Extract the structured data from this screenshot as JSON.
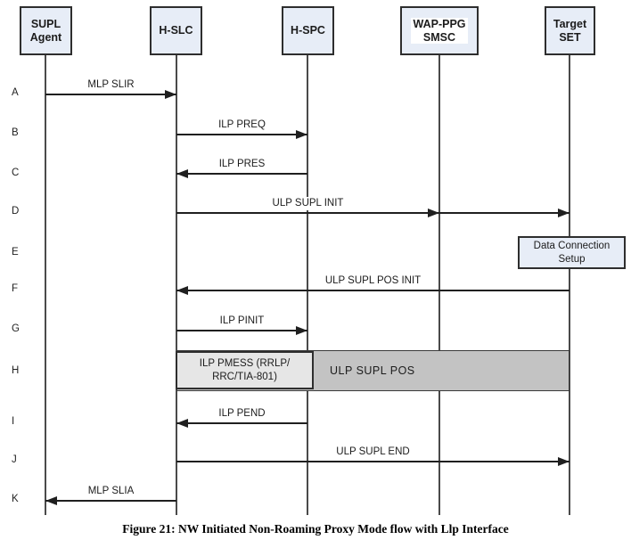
{
  "diagram": {
    "caption": "Figure 21: NW Initiated Non-Roaming Proxy Mode flow with Llp Interface",
    "actors": [
      {
        "label": "SUPL\nAgent"
      },
      {
        "label": "H-SLC"
      },
      {
        "label": "H-SPC"
      },
      {
        "label": "WAP-PPG\nSMSC"
      },
      {
        "label": "Target\nSET"
      }
    ],
    "steps": [
      {
        "id": "A",
        "label": "MLP SLIR"
      },
      {
        "id": "B",
        "label": "ILP PREQ"
      },
      {
        "id": "C",
        "label": "ILP PRES"
      },
      {
        "id": "D",
        "label": "ULP SUPL INIT"
      },
      {
        "id": "E",
        "label": "Data Connection\nSetup"
      },
      {
        "id": "F",
        "label": "ULP SUPL POS INIT"
      },
      {
        "id": "G",
        "label": "ILP PINIT"
      },
      {
        "id": "H",
        "label": "ILP PMESS (RRLP/\nRRC/TIA-801)",
        "label2": "ULP SUPL POS"
      },
      {
        "id": "I",
        "label": "ILP PEND"
      },
      {
        "id": "J",
        "label": "ULP SUPL END"
      },
      {
        "id": "K",
        "label": "MLP SLIA"
      }
    ],
    "colors": {
      "actor_fill": "#e7edf7",
      "gray_box_fill": "#c3c3c3",
      "light_gray_box_fill": "#e6e6e6",
      "line": "#1f1f1f"
    }
  }
}
